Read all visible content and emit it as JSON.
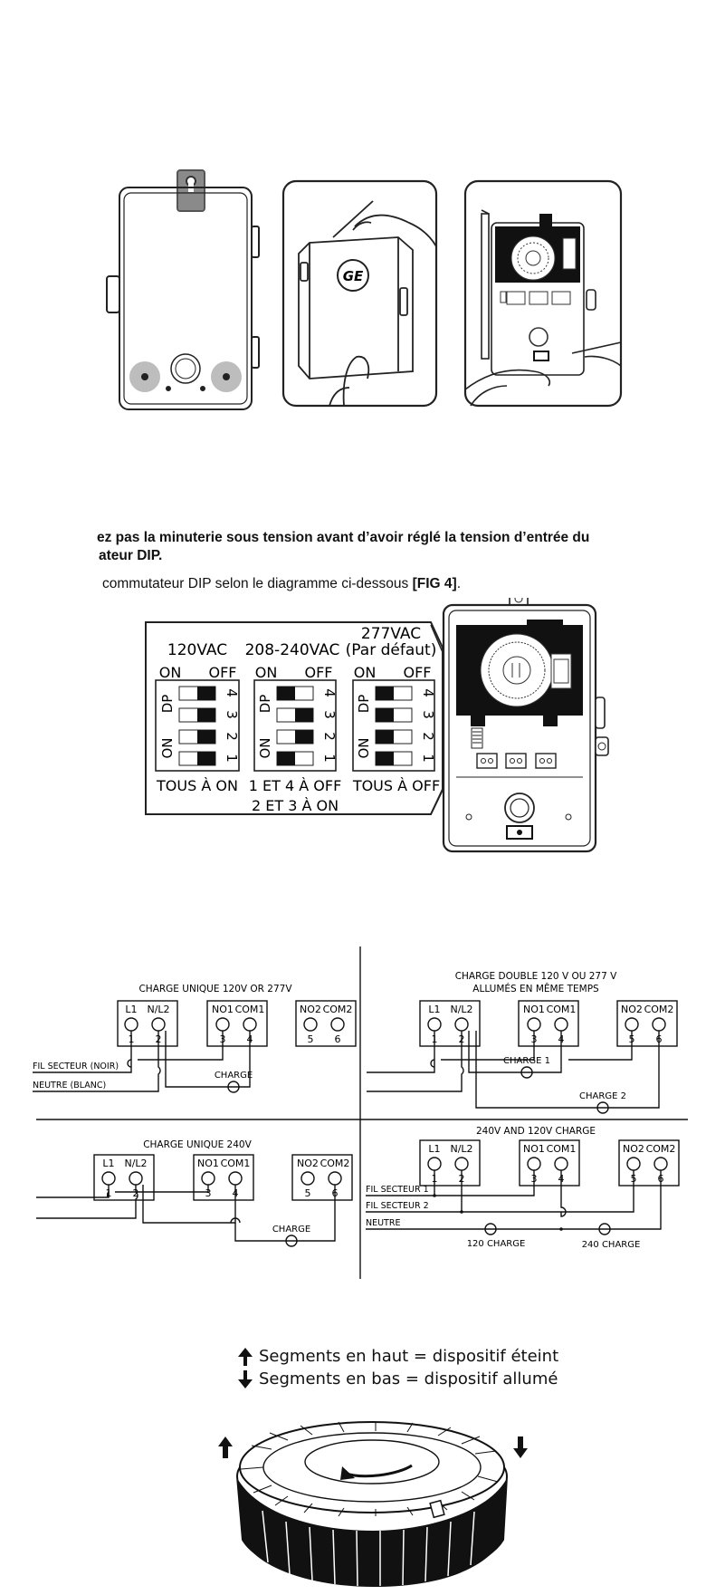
{
  "figure_top": {
    "logo_text": "GE"
  },
  "instructions": {
    "warning_line1": "ez pas la minuterie sous tension avant d’avoir réglé la tension d’entrée du",
    "warning_line2": "ateur DIP.",
    "step_text": "commutateur DIP selon le diagramme ci-dessous ",
    "step_fig": "[FIG 4]",
    "step_end": "."
  },
  "dip": {
    "on_label": "ON",
    "off_label": "OFF",
    "dp_label": "DP",
    "sw_on_label": "ON",
    "numbers": [
      "4",
      "3",
      "2",
      "1"
    ],
    "panels": [
      {
        "voltage": "120VAC",
        "voltage2": "",
        "caption1": "TOUS À ON",
        "caption2": "",
        "positions": [
          "ON",
          "ON",
          "ON",
          "ON"
        ]
      },
      {
        "voltage": "208-240VAC",
        "voltage2": "",
        "caption1": "1 ET 4 À OFF",
        "caption2": "2 ET 3 À ON",
        "positions": [
          "OFF",
          "ON",
          "ON",
          "OFF"
        ]
      },
      {
        "voltage": "277VAC",
        "voltage2": "(Par défaut)",
        "caption1": "TOUS À OFF",
        "caption2": "",
        "positions": [
          "OFF",
          "OFF",
          "OFF",
          "OFF"
        ]
      }
    ]
  },
  "wiring": {
    "term_names_1": [
      "L1",
      "N/L2"
    ],
    "term_names_2": [
      "NO1",
      "COM1"
    ],
    "term_names_3": [
      "NO2",
      "COM2"
    ],
    "term_nums_1": [
      "1",
      "2"
    ],
    "term_nums_2": [
      "3",
      "4"
    ],
    "term_nums_3": [
      "5",
      "6"
    ],
    "q1": {
      "title": "CHARGE UNIQUE 120V OR 277V",
      "line_label": "FIL SECTEUR (NOIR)",
      "neutral_label": "NEUTRE (BLANC)",
      "load": "CHARGE"
    },
    "q2": {
      "title1": "CHARGE DOUBLE 120 V OU 277 V",
      "title2": "ALLUMÉS EN MÊME TEMPS",
      "load1": "CHARGE 1",
      "load2": "CHARGE 2"
    },
    "q3": {
      "title": "CHARGE UNIQUE 240V",
      "load": "CHARGE"
    },
    "q4": {
      "title": "240V AND 120V CHARGE",
      "line1": "FIL SECTEUR 1",
      "line2": "FIL SECTEUR 2",
      "neutral": "NEUTRE",
      "load120": "120 CHARGE",
      "load240": "240 CHARGE"
    }
  },
  "segments": {
    "up_text": "Segments en haut = dispositif éteint",
    "down_text": "Segments en bas = dispositif allumé"
  }
}
